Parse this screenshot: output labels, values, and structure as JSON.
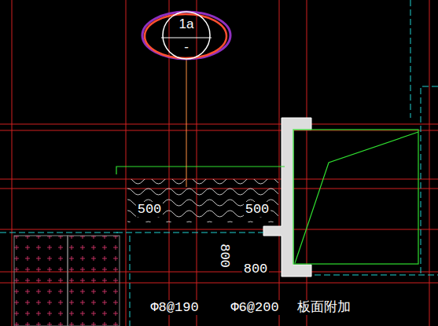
{
  "diagram": {
    "nodes": [
      {
        "text": [
          "1a",
          "-"
        ]
      }
    ],
    "labels": [
      "500",
      "500",
      "800",
      "800",
      "Φ8@190",
      "Φ6@200",
      "板面附加"
    ]
  }
}
